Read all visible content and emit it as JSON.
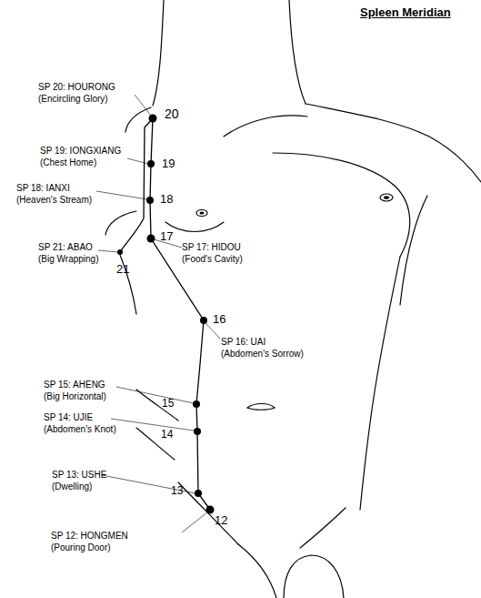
{
  "diagram": {
    "title": "Spleen Meridian",
    "labels": [
      "SP 20: HOURONG",
      "(Encircling Glory)",
      "20",
      "SP 19: IONGXIANG",
      "(Chest Home)",
      "19",
      "SP 18: IANXI",
      "(Heaven's Stream)",
      "18",
      "17",
      "SP 21: ABAO",
      "(Big Wrapping)",
      "SP 17: HIDOU",
      "(Food's Cavity)",
      "21",
      "16",
      "SP 16: UAI",
      "(Abdomen's Sorrow)",
      "SP 15: AHENG",
      "(Big Horizontal)",
      "15",
      "SP 14: UJIE",
      "(Abdomen's Knot)",
      "14",
      "SP 13: USHE",
      "(Dwelling)",
      "13",
      "12",
      "SP 12: HONGMEN",
      "(Pouring Door)"
    ]
  }
}
